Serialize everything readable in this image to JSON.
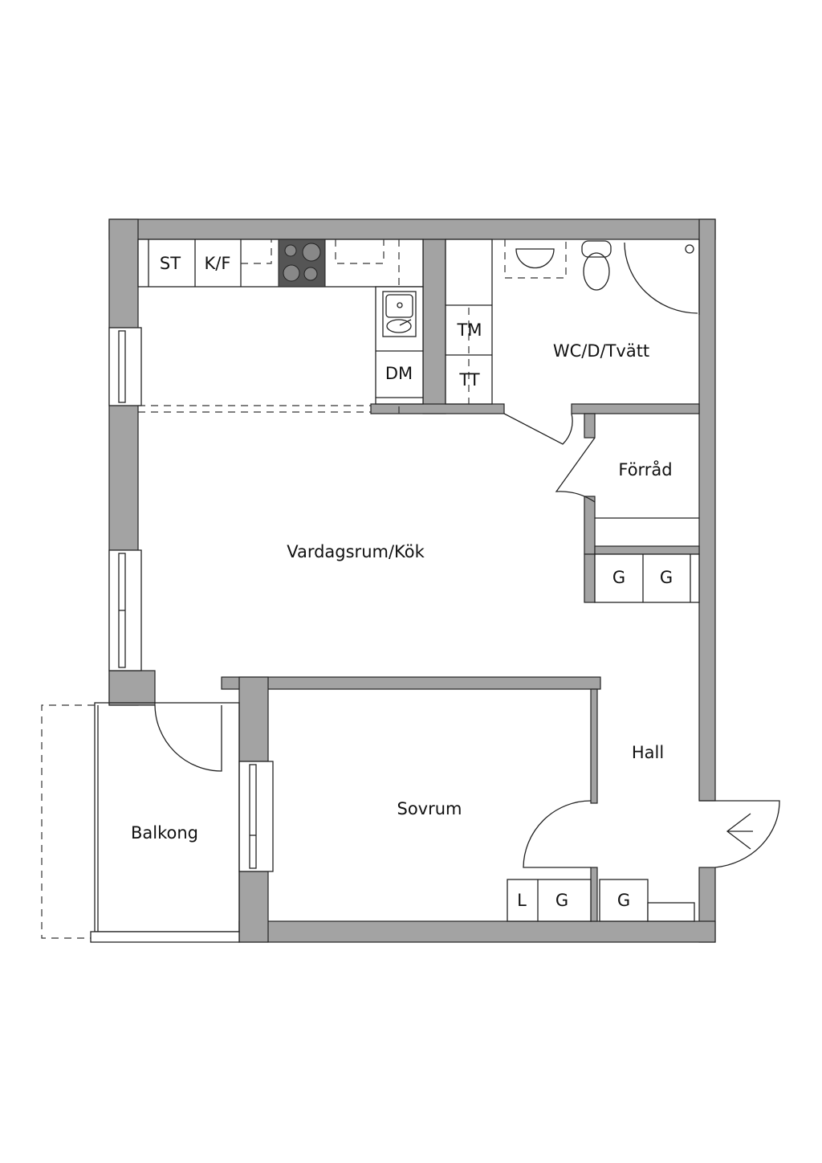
{
  "rooms": {
    "living_kitchen": "Vardagsrum/Kök",
    "bathroom": "WC/D/Tvätt",
    "storage": "Förråd",
    "hall": "Hall",
    "bedroom": "Sovrum",
    "balcony": "Balkong"
  },
  "fixtures": {
    "stove_cabinet": "ST",
    "fridge_freezer": "K/F",
    "dishwasher": "DM",
    "washing_machine": "TM",
    "tumble_dryer": "TT",
    "wardrobe_1": "G",
    "wardrobe_2": "G",
    "linen": "L",
    "bedroom_wardrobe": "G",
    "hall_wardrobe": "G"
  },
  "colors": {
    "wall": "#a3a3a3",
    "stove": "#555555"
  }
}
